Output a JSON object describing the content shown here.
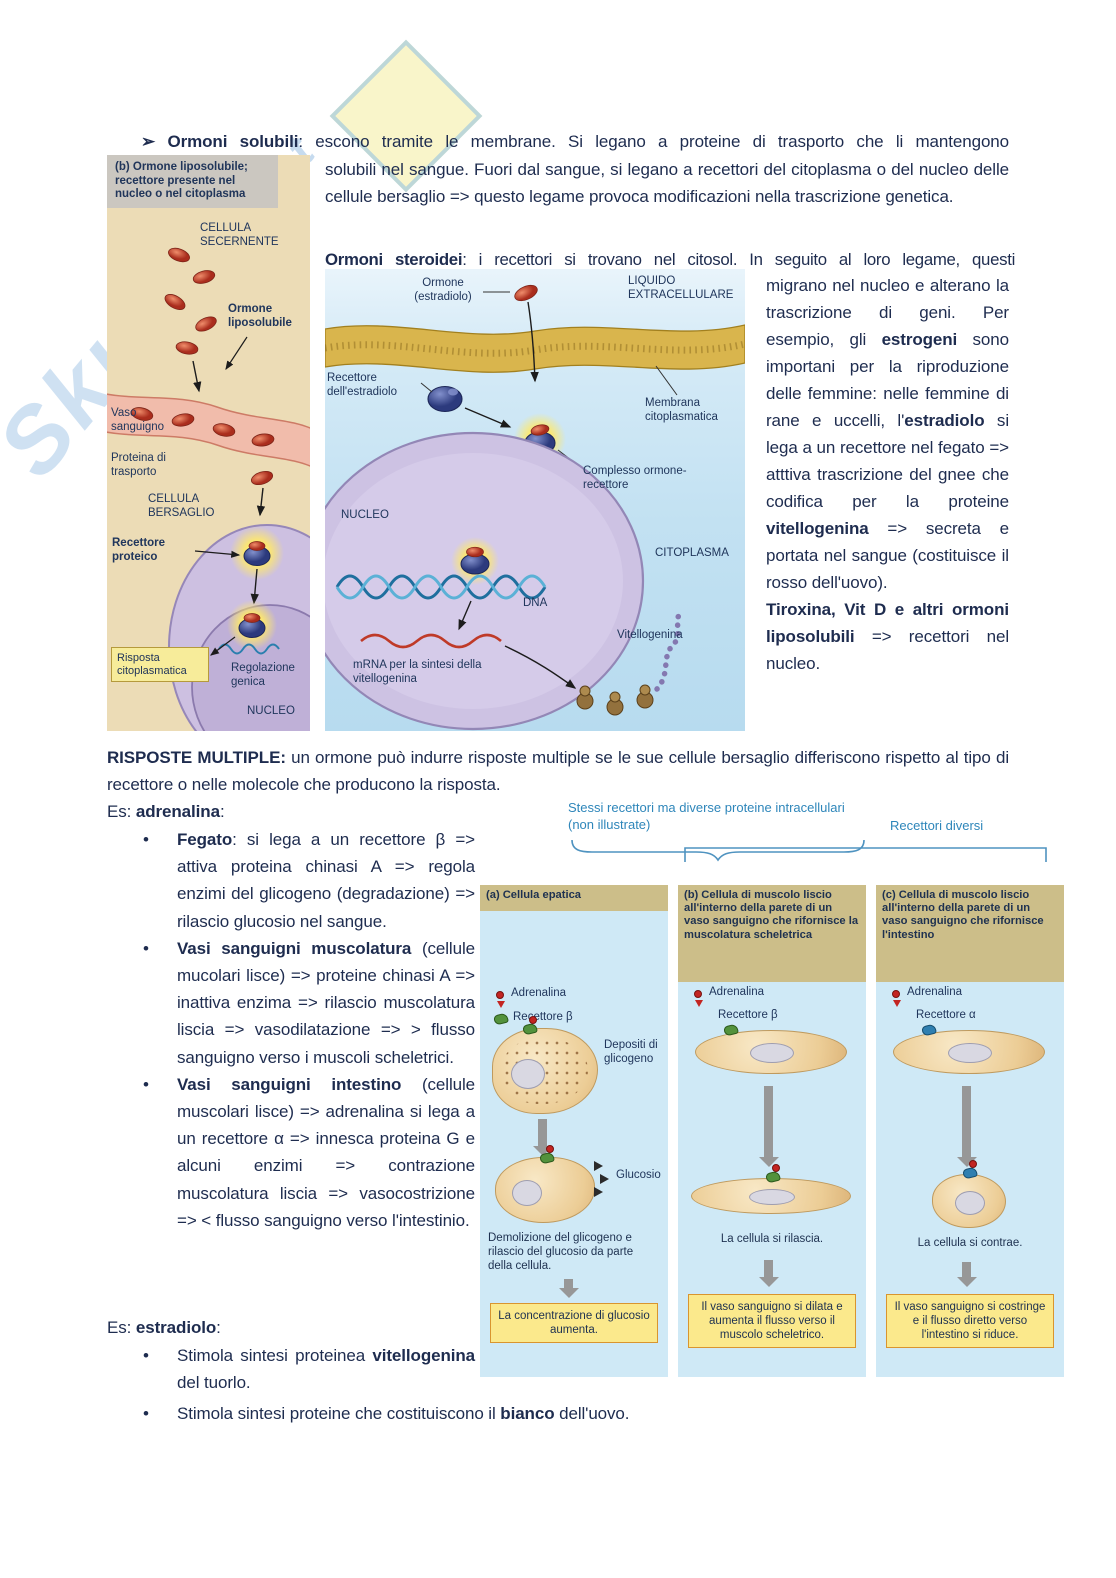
{
  "colors": {
    "body_text": "#1e2c4f",
    "figure_note_blue": "#2e86ba",
    "panel_header_bg": "#ccbe89",
    "panel_body_bg": "#cfe9f6",
    "highlight_box_bg": "#fbe98c",
    "highlight_box_border": "#d9952f",
    "membrane_gold": "#d9b54d",
    "nucleus_purple": "#cdc2e3",
    "left_figure_bg": "#ecdcb6"
  },
  "watermark": {
    "brand": "Skuola",
    "domain": ".net"
  },
  "intro": {
    "marker": "➢",
    "solubili_bold": "Ormoni solubili",
    "solubili_line1": ": escono tramite le membrane. Si legano a proteine di trasporto che li mantengono",
    "solubili_rest": "solubili nel sangue. Fuori dal sangue, si legano a recettori del citoplasma o del nucleo delle cellule bersaglio => questo legame provoca modificazioni nella trascrizione genetica.",
    "steroidei_bold": "Ormoni steroidei",
    "steroidei_line": ": i recettori si trovano nel citosol. In seguito al loro legame, questi"
  },
  "right_col": {
    "s1": "migrano nel nucleo e alterano la trascrizione di geni. Per esempio, gli ",
    "s2": "estrogeni",
    "s3": " sono importani per la riproduzione delle femmine: nelle femmine di rane e uccelli, l'",
    "s4": "estradiolo",
    "s5": " si lega a un recettore nel fegato => atttiva trascrizione del gnee che codifica per la proteine ",
    "s6": "vitellogenina",
    "s7": " => secreta e portata nel sangue (costituisce il rosso dell'uovo).",
    "p2_bold": "Tiroxina, Vit D e altri ormoni liposolubili",
    "p2_rest": " => recettori nel nucleo."
  },
  "fig_left": {
    "title": "(b) Ormone liposolubile; recettore presente nel nucleo o nel citoplasma",
    "cellula_secernente": "CELLULA SECERNENTE",
    "ormone_liposolubile": "Ormone liposolubile",
    "vaso_sanguigno": "Vaso sanguigno",
    "proteina_trasporto": "Proteina di trasporto",
    "cellula_bersaglio": "CELLULA BERSAGLIO",
    "recettore_proteico": "Recettore proteico",
    "risposta_citoplasmatica": "Risposta citoplasmatica",
    "regolazione_genica": "Regolazione genica",
    "nucleo": "NUCLEO"
  },
  "fig_mid": {
    "ormone": "Ormone (estradiolo)",
    "liquido": "LIQUIDO EXTRACELLULARE",
    "recettore": "Recettore dell'estradiolo",
    "membrana": "Membrana citoplasmatica",
    "complesso": "Complesso ormone-recettore",
    "nucleo": "NUCLEO",
    "citoplasma": "CITOPLASMA",
    "dna": "DNA",
    "mrna": "mRNA per la sintesi della vitellogenina",
    "vitellogenina": "Vitellogenina"
  },
  "risposte": {
    "bold": "RISPOSTE MULTIPLE:",
    "rest": " un ormone può indurre risposte multiple se le sue cellule bersaglio differiscono rispetto al tipo di recettore o nelle molecole che producono la risposta."
  },
  "adrenalina_head": {
    "pre": "Es: ",
    "bold": "adrenalina",
    "post": ":"
  },
  "adrenalina_bullets": [
    {
      "marker": "•",
      "bold": "Fegato",
      "text": ": si lega a un recettore β => attiva proteina chinasi A => regola enzimi del glicogeno (degradazione) => rilascio glucosio nel sangue."
    },
    {
      "marker": "•",
      "bold": "Vasi sanguigni muscolatura",
      "text": " (cellule mucolari lisce) => proteine chinasi A => inattiva enzima => rilascio muscolatura liscia => vasodilatazione => > flusso sanguigno verso i muscoli scheletrici."
    },
    {
      "marker": "•",
      "bold": "Vasi sanguigni intestino",
      "text": " (cellule muscolari lisce) => adrenalina si lega a un recettore α => innesca proteina G e alcuni enzimi => contrazione muscolatura liscia => vasocostrizione => < flusso sanguigno verso l'intestinio."
    }
  ],
  "estradiolo_head": {
    "pre": "Es: ",
    "bold": "estradiolo",
    "post": ":"
  },
  "estradiolo_bullets": {
    "b1_marker": "•",
    "b1_pre": "Stimola sintesi proteinea ",
    "b1_bold": "vitellogenina",
    "b1_post": " del tuorlo.",
    "b2_marker": "•",
    "b2_pre": "Stimola sintesi proteine che costituiscono il ",
    "b2_bold": "bianco",
    "b2_post": " dell'uovo."
  },
  "fig_right": {
    "note_left": "Stessi recettori ma diverse proteine intracellulari (non illustrate)",
    "note_right": "Recettori diversi",
    "panels": [
      {
        "letter": "(a)",
        "title": "Cellula epatica",
        "adrenalina": "Adrenalina",
        "recettore": "Recettore β",
        "extra1": "Depositi di glicogeno",
        "extra2": "Glucosio",
        "caption": "Demolizione del glicogeno e rilascio del glucosio da parte della cellula.",
        "box": "La concentrazione di glucosio aumenta."
      },
      {
        "letter": "(b)",
        "title": "Cellula di muscolo liscio all'interno della parete di un vaso sanguigno che rifornisce la muscolatura scheletrica",
        "adrenalina": "Adrenalina",
        "recettore": "Recettore β",
        "caption": "La cellula si rilascia.",
        "box": "Il vaso sanguigno si dilata e aumenta il flusso verso il muscolo scheletrico."
      },
      {
        "letter": "(c)",
        "title": "Cellula di muscolo liscio all'interno della parete di un vaso sanguigno che rifornisce l'intestino",
        "adrenalina": "Adrenalina",
        "recettore": "Recettore α",
        "caption": "La cellula si contrae.",
        "box": "Il vaso sanguigno si costringe e il flusso diretto verso l'intestino si riduce."
      }
    ]
  }
}
